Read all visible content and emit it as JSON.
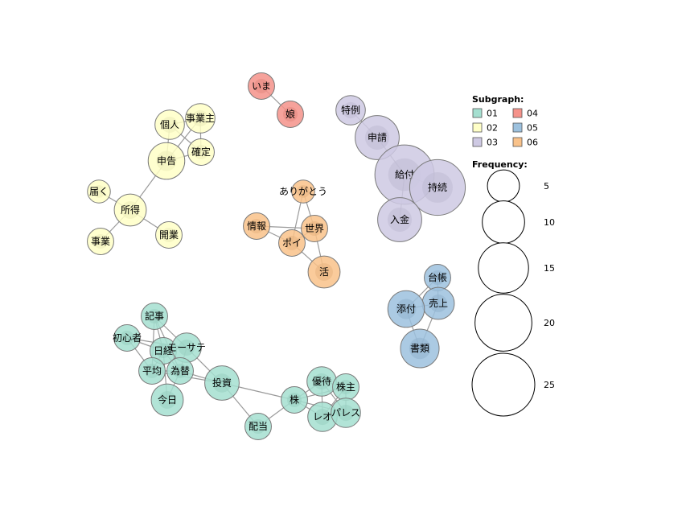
{
  "legend": {
    "subgraph_title": "Subgraph:",
    "frequency_title": "Frequency:",
    "groups": [
      {
        "id": "01",
        "color": "#a5dfd0"
      },
      {
        "id": "02",
        "color": "#ffffc7"
      },
      {
        "id": "03",
        "color": "#cec9e3"
      },
      {
        "id": "04",
        "color": "#f5928a"
      },
      {
        "id": "05",
        "color": "#9cc1de"
      },
      {
        "id": "06",
        "color": "#f9c28a"
      }
    ],
    "sizes": [
      5,
      10,
      15,
      20,
      25
    ]
  },
  "nodes": [
    {
      "id": "imA",
      "label": "いま",
      "group": "04",
      "freq": 3
    },
    {
      "id": "musume",
      "label": "娘",
      "group": "04",
      "freq": 3
    },
    {
      "id": "kojin",
      "label": "個人",
      "group": "02",
      "freq": 4
    },
    {
      "id": "jigyonushi",
      "label": "事業主",
      "group": "02",
      "freq": 4
    },
    {
      "id": "kakutei",
      "label": "確定",
      "group": "02",
      "freq": 3
    },
    {
      "id": "shinkoku",
      "label": "申告",
      "group": "02",
      "freq": 7
    },
    {
      "id": "todoku",
      "label": "届く",
      "group": "02",
      "freq": 2
    },
    {
      "id": "shotoku",
      "label": "所得",
      "group": "02",
      "freq": 5
    },
    {
      "id": "jigyo",
      "label": "事業",
      "group": "02",
      "freq": 3
    },
    {
      "id": "kaigyo",
      "label": "開業",
      "group": "02",
      "freq": 3
    },
    {
      "id": "tokurei",
      "label": "特例",
      "group": "03",
      "freq": 4
    },
    {
      "id": "shinsei",
      "label": "申請",
      "group": "03",
      "freq": 11
    },
    {
      "id": "kyufu",
      "label": "給付",
      "group": "03",
      "freq": 22
    },
    {
      "id": "jizoku",
      "label": "持続",
      "group": "03",
      "freq": 19
    },
    {
      "id": "nyukin",
      "label": "入金",
      "group": "03",
      "freq": 11
    },
    {
      "id": "arigatou",
      "label": "ありがとう",
      "group": "06",
      "freq": 2
    },
    {
      "id": "joho",
      "label": "情報",
      "group": "06",
      "freq": 3
    },
    {
      "id": "sekai",
      "label": "世界",
      "group": "06",
      "freq": 3
    },
    {
      "id": "poi",
      "label": "ポイ",
      "group": "06",
      "freq": 3
    },
    {
      "id": "katsu",
      "label": "活",
      "group": "06",
      "freq": 5
    },
    {
      "id": "daicho",
      "label": "台帳",
      "group": "05",
      "freq": 3
    },
    {
      "id": "uriage",
      "label": "売上",
      "group": "05",
      "freq": 5
    },
    {
      "id": "tenpu",
      "label": "添付",
      "group": "05",
      "freq": 7
    },
    {
      "id": "shorui",
      "label": "書類",
      "group": "05",
      "freq": 8
    },
    {
      "id": "kiji",
      "label": "記事",
      "group": "01",
      "freq": 3
    },
    {
      "id": "shoshinsha",
      "label": "初心者",
      "group": "01",
      "freq": 3
    },
    {
      "id": "nikkei",
      "label": "日経",
      "group": "01",
      "freq": 3
    },
    {
      "id": "monsa",
      "label": "モーサテ",
      "group": "01",
      "freq": 4
    },
    {
      "id": "heikin",
      "label": "平均",
      "group": "01",
      "freq": 3
    },
    {
      "id": "kawase",
      "label": "為替",
      "group": "01",
      "freq": 3
    },
    {
      "id": "kyou",
      "label": "今日",
      "group": "01",
      "freq": 5
    },
    {
      "id": "toshi",
      "label": "投資",
      "group": "01",
      "freq": 6
    },
    {
      "id": "haito",
      "label": "配当",
      "group": "01",
      "freq": 3
    },
    {
      "id": "kabu",
      "label": "株",
      "group": "01",
      "freq": 3
    },
    {
      "id": "yutai",
      "label": "優待",
      "group": "01",
      "freq": 4
    },
    {
      "id": "kabunushi",
      "label": "株主",
      "group": "01",
      "freq": 3
    },
    {
      "id": "reo",
      "label": "レオ",
      "group": "01",
      "freq": 4
    },
    {
      "id": "paresu",
      "label": "パレス",
      "group": "01",
      "freq": 4
    }
  ],
  "edges": [
    [
      "imA",
      "musume"
    ],
    [
      "kojin",
      "jigyonushi"
    ],
    [
      "kojin",
      "shinkoku"
    ],
    [
      "jigyonushi",
      "kakutei"
    ],
    [
      "jigyonushi",
      "shinkoku"
    ],
    [
      "kakutei",
      "shinkoku"
    ],
    [
      "kojin",
      "kakutei"
    ],
    [
      "shinkoku",
      "shotoku"
    ],
    [
      "todoku",
      "shotoku"
    ],
    [
      "shotoku",
      "jigyo"
    ],
    [
      "shotoku",
      "kaigyo"
    ],
    [
      "tokurei",
      "shinsei"
    ],
    [
      "shinsei",
      "kyufu"
    ],
    [
      "kyufu",
      "jizoku"
    ],
    [
      "kyufu",
      "nyukin"
    ],
    [
      "arigatou",
      "poi"
    ],
    [
      "arigatou",
      "sekai"
    ],
    [
      "joho",
      "sekai"
    ],
    [
      "joho",
      "poi"
    ],
    [
      "poi",
      "sekai"
    ],
    [
      "poi",
      "katsu"
    ],
    [
      "sekai",
      "katsu"
    ],
    [
      "daicho",
      "tenpu"
    ],
    [
      "daicho",
      "uriage"
    ],
    [
      "uriage",
      "tenpu"
    ],
    [
      "uriage",
      "shorui"
    ],
    [
      "tenpu",
      "shorui"
    ],
    [
      "kiji",
      "nikkei"
    ],
    [
      "kiji",
      "monsa"
    ],
    [
      "kiji",
      "heikin"
    ],
    [
      "kiji",
      "kawase"
    ],
    [
      "shoshinsha",
      "nikkei"
    ],
    [
      "shoshinsha",
      "heikin"
    ],
    [
      "shoshinsha",
      "monsa"
    ],
    [
      "nikkei",
      "monsa"
    ],
    [
      "nikkei",
      "heikin"
    ],
    [
      "nikkei",
      "kawase"
    ],
    [
      "nikkei",
      "kyou"
    ],
    [
      "monsa",
      "kawase"
    ],
    [
      "monsa",
      "toshi"
    ],
    [
      "heikin",
      "kawase"
    ],
    [
      "kawase",
      "kyou"
    ],
    [
      "kawase",
      "toshi"
    ],
    [
      "heikin",
      "toshi"
    ],
    [
      "toshi",
      "haito"
    ],
    [
      "toshi",
      "kabu"
    ],
    [
      "haito",
      "kabu"
    ],
    [
      "kabu",
      "yutai"
    ],
    [
      "kabu",
      "reo"
    ],
    [
      "kabu",
      "kabunushi"
    ],
    [
      "kabu",
      "paresu"
    ],
    [
      "yutai",
      "kabunushi"
    ],
    [
      "yutai",
      "reo"
    ],
    [
      "yutai",
      "paresu"
    ],
    [
      "kabunushi",
      "reo"
    ],
    [
      "kabunushi",
      "paresu"
    ],
    [
      "reo",
      "paresu"
    ]
  ]
}
